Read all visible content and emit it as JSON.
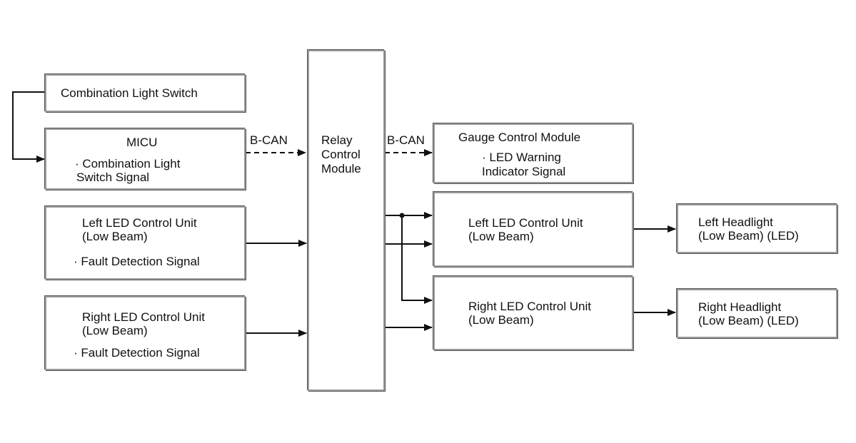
{
  "blocks": {
    "combination_light_switch": {
      "title": "Combination Light Switch"
    },
    "micu": {
      "title": "MICU",
      "line1": "· Combination Light",
      "line2": "Switch Signal"
    },
    "left_led_input": {
      "title1": "Left LED Control Unit",
      "title2": "(Low Beam)",
      "signal": "· Fault Detection Signal"
    },
    "right_led_input": {
      "title1": "Right LED Control Unit",
      "title2": "(Low Beam)",
      "signal": "· Fault Detection Signal"
    },
    "relay_control_module": {
      "line1": "Relay",
      "line2": "Control",
      "line3": "Module"
    },
    "gauge_control_module": {
      "title": "Gauge Control Module",
      "line1": "· LED Warning",
      "line2": "Indicator Signal"
    },
    "left_led_output": {
      "title1": "Left LED Control Unit",
      "title2": "(Low Beam)"
    },
    "right_led_output": {
      "title1": "Right LED Control Unit",
      "title2": "(Low Beam)"
    },
    "left_headlight": {
      "title1": "Left Headlight",
      "title2": "(Low Beam) (LED)"
    },
    "right_headlight": {
      "title1": "Right Headlight",
      "title2": "(Low Beam) (LED)"
    }
  },
  "connections": {
    "bcan_left": "B-CAN",
    "bcan_right": "B-CAN"
  }
}
